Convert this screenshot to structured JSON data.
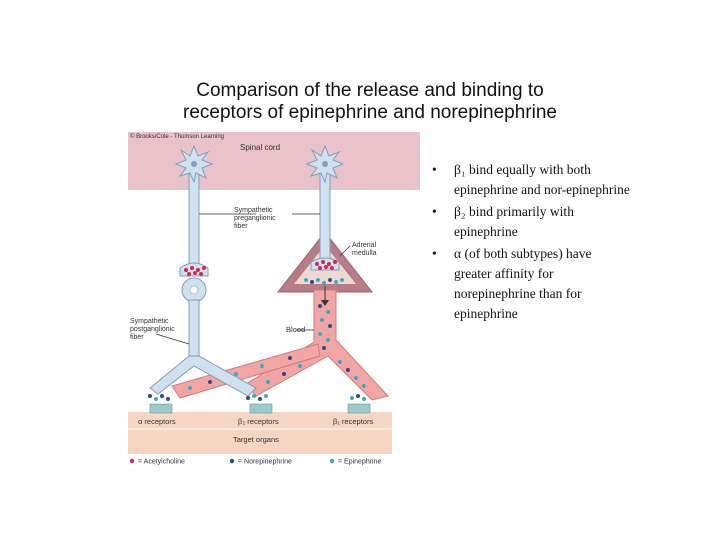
{
  "title": {
    "line1": "Comparison of the release and binding to",
    "line2": "receptors of epinephrine and norepinephrine"
  },
  "diagram": {
    "copyright": "© Brooks/Cole - Thomson Learning",
    "spinal_cord": "Spinal cord",
    "sympathetic_preganglionic_fiber": [
      "Sympathetic",
      "preganglionic",
      "fiber"
    ],
    "adrenal_medulla": [
      "Adrenal",
      "medulla"
    ],
    "sympathetic_postganglionic_fiber": [
      "Sympathetic",
      "postganglionic",
      "fiber"
    ],
    "blood": "Blood",
    "alpha_receptors": "α receptors",
    "beta2_receptors": "β₂ receptors",
    "beta1_receptors": "β₁ receptors",
    "target_organs": "Target organs",
    "legend": {
      "acetylcholine": "= Acetylcholine",
      "norepinephrine": "= Norepinephrine",
      "epinephrine": "= Epinephrine"
    },
    "colors": {
      "spinal_cord": "#e9c3c9",
      "neuron": "#cfe1ef",
      "neuron_outline": "#7f9fbb",
      "blood_vessel": "#f2a6a4",
      "adrenal": "#b87c86",
      "target_band": "#f6d6c2",
      "acetylcholine": "#d7284b",
      "norepinephrine": "#2f4b8f",
      "epinephrine": "#3fa6cc"
    }
  },
  "bullets": [
    {
      "marker": "•",
      "text": "β₁ bind equally with both epinephrine and nor-epinephrine"
    },
    {
      "marker": "•",
      "text": "β₂ bind primarily with epinephrine"
    },
    {
      "marker": "•",
      "text": "α (of both subtypes) have greater affinity for norepinephrine than for epinephrine"
    }
  ]
}
